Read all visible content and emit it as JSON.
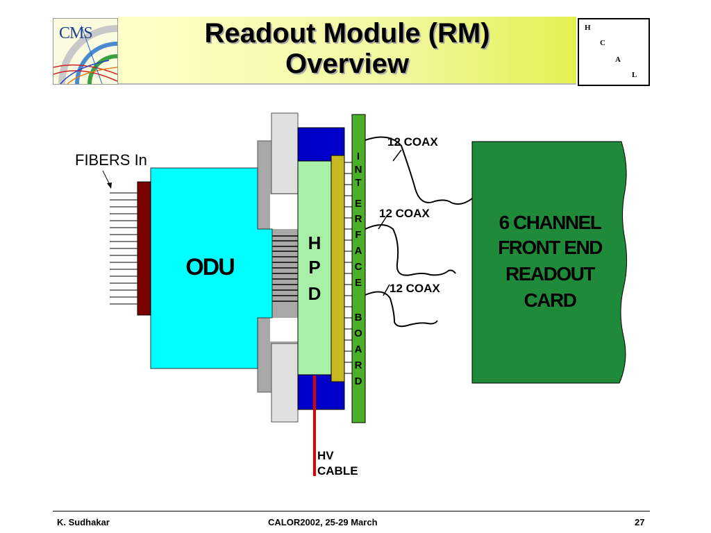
{
  "header": {
    "logo_text": "CMS",
    "title_line1": "Readout Module (RM)",
    "title_line2": "Overview",
    "hcal_letters": [
      "H",
      "C",
      "A",
      "L"
    ]
  },
  "diagram": {
    "fibers_label": "FIBERS In",
    "odu_label": "ODU",
    "hpd_letters": [
      "H",
      "P",
      "D"
    ],
    "interface_letters": [
      "I",
      "N",
      "T",
      "E",
      "R",
      "F",
      "A",
      "C",
      "E"
    ],
    "board_letters": [
      "B",
      "O",
      "A",
      "R",
      "D"
    ],
    "coax_labels": [
      "12 COAX",
      "12 COAX",
      "12 COAX"
    ],
    "frontend_lines": [
      "6 CHANNEL",
      "FRONT  END",
      "READOUT",
      "CARD"
    ],
    "hv_lines": [
      "HV",
      "CABLE"
    ],
    "colors": {
      "odu": "#00ffff",
      "fiber_connector": "#7a0000",
      "hpd": "#a8f0a8",
      "hpd_end_caps": "#0000c8",
      "interface_board": "#4caf29",
      "pin_strip": "#c8b820",
      "frontend_card": "#1e8a3a",
      "hv_cable": "#e00000",
      "housing_gray": "#a8a8a8"
    }
  },
  "footer": {
    "author": "K. Sudhakar",
    "event": "CALOR2002, 25-29 March",
    "page": "27"
  }
}
